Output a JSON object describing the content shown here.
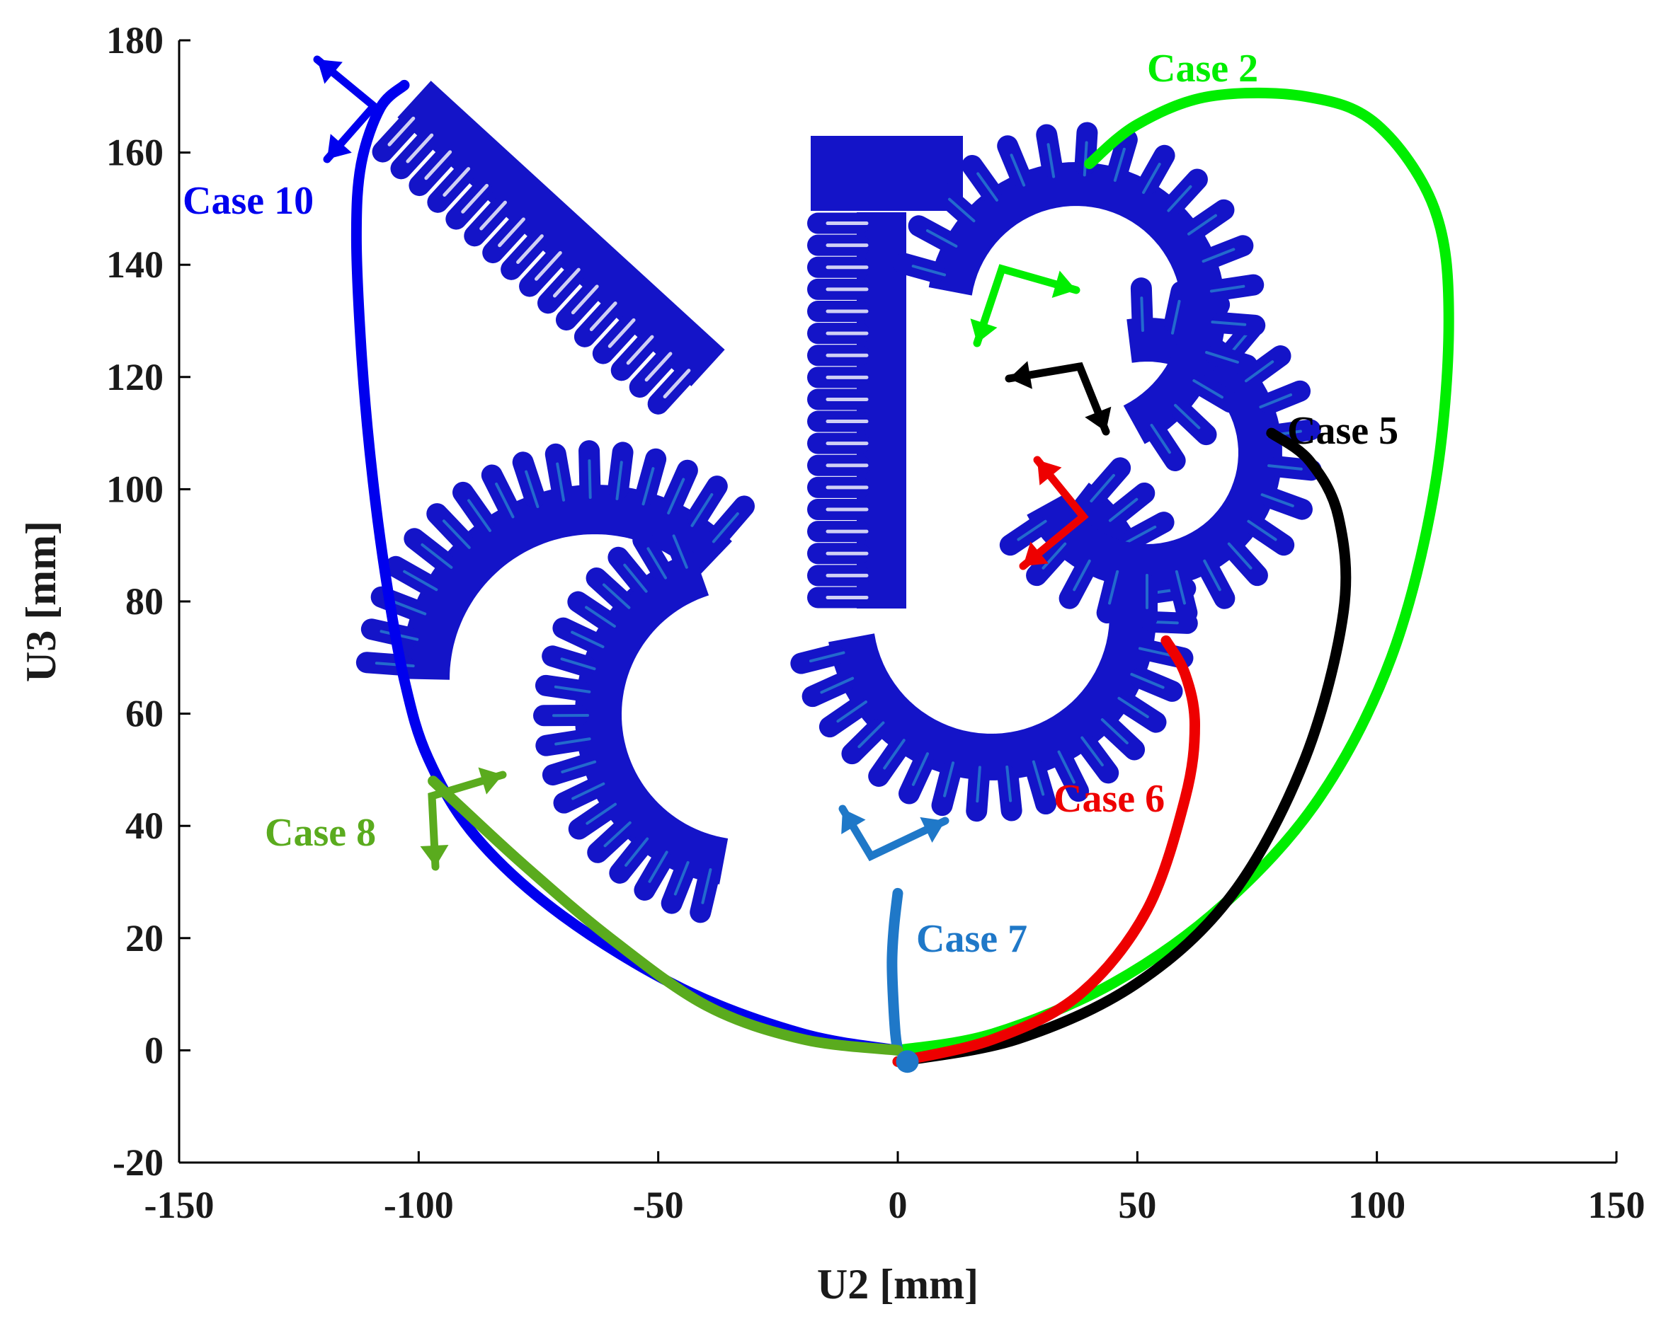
{
  "chart_data": {
    "type": "line",
    "xlabel": "U2 [mm]",
    "ylabel": "U3 [mm]",
    "xlim": [
      -150,
      150
    ],
    "ylim": [
      -20,
      180
    ],
    "xticks": [
      -150,
      -100,
      -50,
      0,
      50,
      100,
      150
    ],
    "yticks": [
      -20,
      0,
      20,
      40,
      60,
      80,
      100,
      120,
      140,
      160,
      180
    ],
    "grid": false,
    "series": [
      {
        "name": "Case 10",
        "color": "#0000ee",
        "points": [
          [
            0,
            0
          ],
          [
            -20,
            3
          ],
          [
            -45,
            11
          ],
          [
            -70,
            24
          ],
          [
            -88,
            38
          ],
          [
            -98,
            52
          ],
          [
            -103,
            66
          ],
          [
            -107,
            85
          ],
          [
            -110,
            105
          ],
          [
            -112,
            125
          ],
          [
            -113,
            145
          ],
          [
            -112,
            158
          ],
          [
            -108,
            168
          ],
          [
            -103,
            172
          ]
        ]
      },
      {
        "name": "Case 2",
        "color": "#00ee00",
        "points": [
          [
            0,
            0
          ],
          [
            20,
            3
          ],
          [
            45,
            12
          ],
          [
            68,
            26
          ],
          [
            88,
            45
          ],
          [
            103,
            70
          ],
          [
            112,
            100
          ],
          [
            115,
            130
          ],
          [
            112,
            150
          ],
          [
            100,
            165
          ],
          [
            85,
            170
          ],
          [
            65,
            170
          ],
          [
            50,
            165
          ],
          [
            40,
            158
          ]
        ]
      },
      {
        "name": "Case 5",
        "color": "#000000",
        "points": [
          [
            0,
            -2
          ],
          [
            25,
            2
          ],
          [
            50,
            12
          ],
          [
            70,
            28
          ],
          [
            85,
            52
          ],
          [
            93,
            78
          ],
          [
            92,
            95
          ],
          [
            86,
            105
          ],
          [
            78,
            110
          ]
        ]
      },
      {
        "name": "Case 6",
        "color": "#ee0000",
        "points": [
          [
            0,
            -2
          ],
          [
            20,
            2
          ],
          [
            38,
            10
          ],
          [
            52,
            25
          ],
          [
            60,
            45
          ],
          [
            62,
            58
          ],
          [
            60,
            67
          ],
          [
            56,
            73
          ]
        ]
      },
      {
        "name": "Case 7",
        "color": "#1f78c8",
        "points": [
          [
            0,
            0
          ],
          [
            -0.5,
            3
          ],
          [
            -1,
            10
          ],
          [
            -1.2,
            16
          ],
          [
            -0.8,
            22
          ],
          [
            0,
            28
          ]
        ]
      },
      {
        "name": "Case 8",
        "color": "#5aab1e",
        "points": [
          [
            0,
            0
          ],
          [
            -20,
            2
          ],
          [
            -40,
            8
          ],
          [
            -60,
            20
          ],
          [
            -78,
            33
          ],
          [
            -92,
            44
          ],
          [
            -97,
            48
          ]
        ]
      }
    ],
    "annotations": [
      "Case 10",
      "Case 2",
      "Case 5",
      "Case 6",
      "Case 7",
      "Case 8"
    ]
  },
  "colors": {
    "case10": "#0000ee",
    "case2": "#00ee00",
    "case5": "#000000",
    "case6": "#ee0000",
    "case7": "#1f78c8",
    "case8": "#5aab1e",
    "actuator_fill": "#1a1ad0"
  }
}
